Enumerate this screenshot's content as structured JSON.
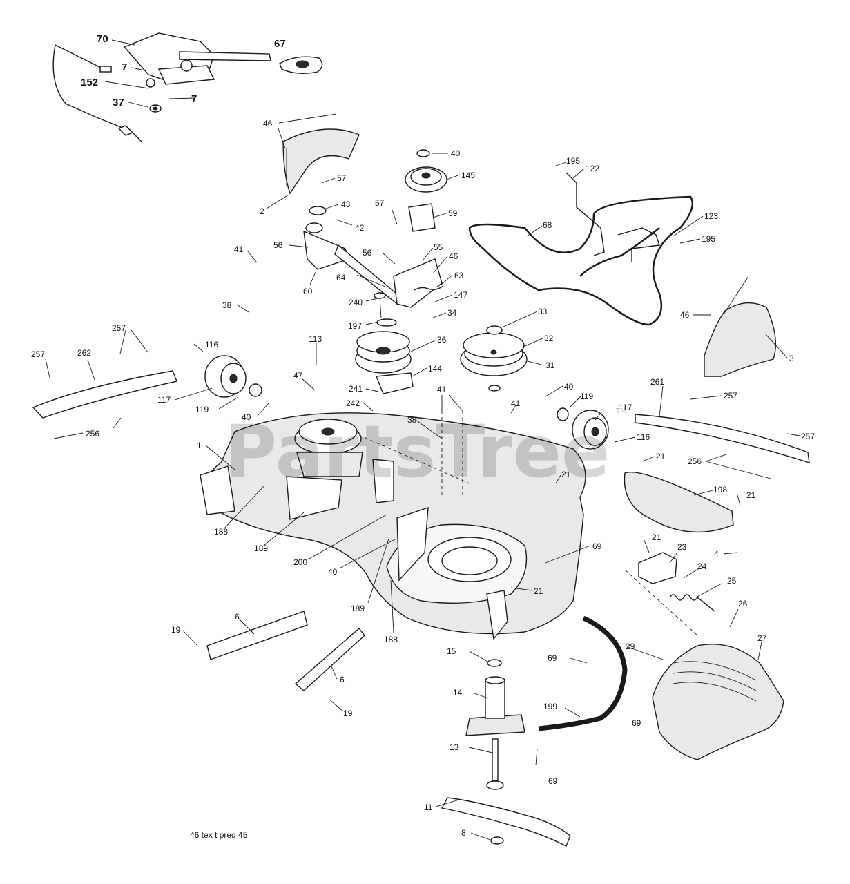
{
  "watermark": {
    "text": "PartsTree",
    "tm": "TM"
  },
  "footer": {
    "code": "46 tex  t pred 45"
  },
  "callouts": [
    {
      "id": "c70a",
      "text": "70"
    },
    {
      "id": "c67",
      "text": "67"
    },
    {
      "id": "c7a",
      "text": "7"
    },
    {
      "id": "c152",
      "text": "152"
    },
    {
      "id": "c7b",
      "text": "7"
    },
    {
      "id": "c37",
      "text": "37"
    },
    {
      "id": "c46a",
      "text": "46"
    },
    {
      "id": "c2",
      "text": "2"
    },
    {
      "id": "c57a",
      "text": "57"
    },
    {
      "id": "c43",
      "text": "43"
    },
    {
      "id": "c42",
      "text": "42"
    },
    {
      "id": "c56a",
      "text": "56"
    },
    {
      "id": "c60",
      "text": "60"
    },
    {
      "id": "c41a",
      "text": "41"
    },
    {
      "id": "c38a",
      "text": "38"
    },
    {
      "id": "c40a",
      "text": "40"
    },
    {
      "id": "c145",
      "text": "145"
    },
    {
      "id": "c57b",
      "text": "57"
    },
    {
      "id": "c59",
      "text": "59"
    },
    {
      "id": "c56b",
      "text": "56"
    },
    {
      "id": "c55",
      "text": "55"
    },
    {
      "id": "c46b",
      "text": "46"
    },
    {
      "id": "c64",
      "text": "64"
    },
    {
      "id": "c63",
      "text": "63"
    },
    {
      "id": "c147",
      "text": "147"
    },
    {
      "id": "c240",
      "text": "240"
    },
    {
      "id": "c197",
      "text": "197"
    },
    {
      "id": "c34",
      "text": "34"
    },
    {
      "id": "c195a",
      "text": "195"
    },
    {
      "id": "c122",
      "text": "122"
    },
    {
      "id": "c68",
      "text": "68"
    },
    {
      "id": "c123",
      "text": "123"
    },
    {
      "id": "c195b",
      "text": "195"
    },
    {
      "id": "c46c",
      "text": "46"
    },
    {
      "id": "c3",
      "text": "3"
    },
    {
      "id": "c33",
      "text": "33"
    },
    {
      "id": "c32",
      "text": "32"
    },
    {
      "id": "c31",
      "text": "31"
    },
    {
      "id": "c36",
      "text": "36"
    },
    {
      "id": "c144",
      "text": "144"
    },
    {
      "id": "c257a",
      "text": "257"
    },
    {
      "id": "c257b",
      "text": "257"
    },
    {
      "id": "c262",
      "text": "262"
    },
    {
      "id": "c256a",
      "text": "256"
    },
    {
      "id": "c116a",
      "text": "116"
    },
    {
      "id": "c117a",
      "text": "117"
    },
    {
      "id": "c119a",
      "text": "119"
    },
    {
      "id": "c40b",
      "text": "40"
    },
    {
      "id": "c113",
      "text": "113"
    },
    {
      "id": "c47",
      "text": "47"
    },
    {
      "id": "c241",
      "text": "241"
    },
    {
      "id": "c242",
      "text": "242"
    },
    {
      "id": "c38b",
      "text": "38"
    },
    {
      "id": "c41b",
      "text": "41"
    },
    {
      "id": "c41c",
      "text": "41"
    },
    {
      "id": "c40c",
      "text": "40"
    },
    {
      "id": "c119b",
      "text": "119"
    },
    {
      "id": "c117b",
      "text": "117"
    },
    {
      "id": "c116b",
      "text": "116"
    },
    {
      "id": "c261",
      "text": "261"
    },
    {
      "id": "c257c",
      "text": "257"
    },
    {
      "id": "c257d",
      "text": "257"
    },
    {
      "id": "c256b",
      "text": "256"
    },
    {
      "id": "c21a",
      "text": "21"
    },
    {
      "id": "c21b",
      "text": "21"
    },
    {
      "id": "c1",
      "text": "1"
    },
    {
      "id": "c198",
      "text": "198"
    },
    {
      "id": "c21c",
      "text": "21"
    },
    {
      "id": "c4",
      "text": "4"
    },
    {
      "id": "c188a",
      "text": "188"
    },
    {
      "id": "c189a",
      "text": "189"
    },
    {
      "id": "c200",
      "text": "200"
    },
    {
      "id": "c40d",
      "text": "40"
    },
    {
      "id": "c69a",
      "text": "69"
    },
    {
      "id": "c21d",
      "text": "21"
    },
    {
      "id": "c23",
      "text": "23"
    },
    {
      "id": "c24",
      "text": "24"
    },
    {
      "id": "c25",
      "text": "25"
    },
    {
      "id": "c21e",
      "text": "21"
    },
    {
      "id": "c189b",
      "text": "189"
    },
    {
      "id": "c188b",
      "text": "188"
    },
    {
      "id": "c26",
      "text": "26"
    },
    {
      "id": "c27",
      "text": "27"
    },
    {
      "id": "c6a",
      "text": "6"
    },
    {
      "id": "c19a",
      "text": "19"
    },
    {
      "id": "c6b",
      "text": "6"
    },
    {
      "id": "c19b",
      "text": "19"
    },
    {
      "id": "c15",
      "text": "15"
    },
    {
      "id": "c69b",
      "text": "69"
    },
    {
      "id": "c29",
      "text": "29"
    },
    {
      "id": "c14",
      "text": "14"
    },
    {
      "id": "c199",
      "text": "199"
    },
    {
      "id": "c69c",
      "text": "69"
    },
    {
      "id": "c13",
      "text": "13"
    },
    {
      "id": "c69d",
      "text": "69"
    },
    {
      "id": "c11",
      "text": "11"
    },
    {
      "id": "c8",
      "text": "8"
    }
  ]
}
